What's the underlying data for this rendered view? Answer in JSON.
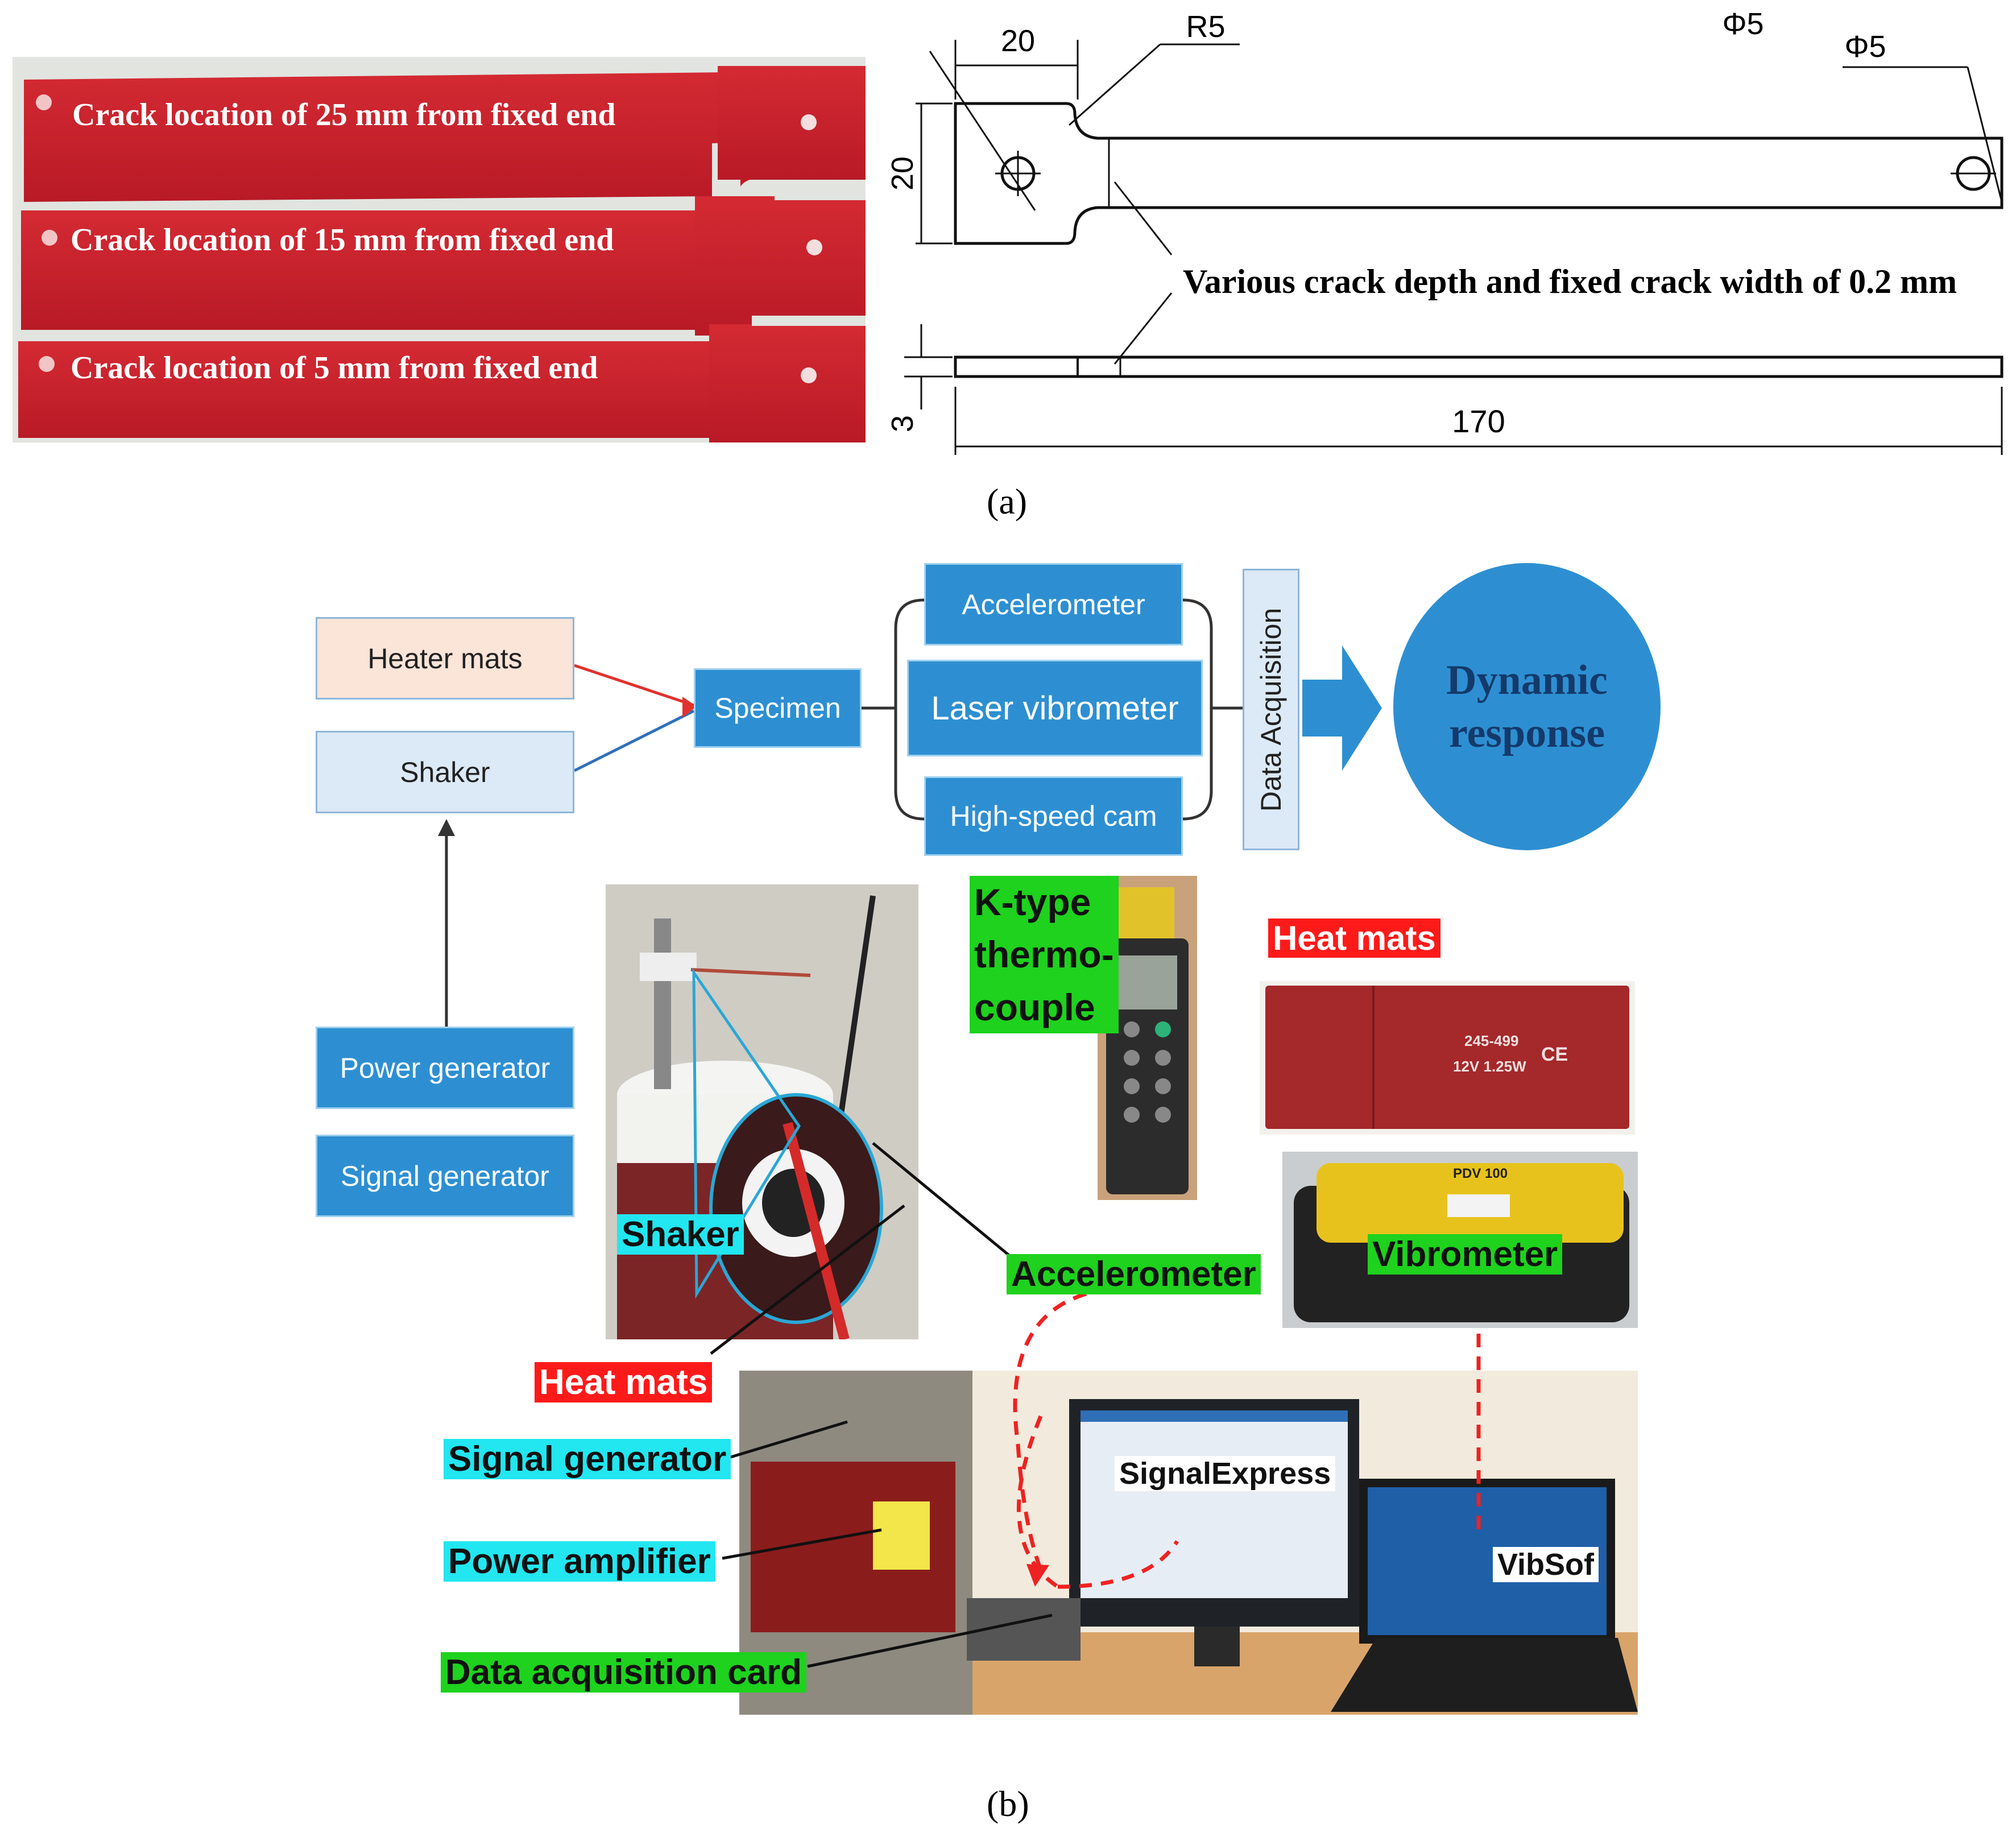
{
  "panel_a": {
    "photo_labels": [
      "Crack location of 25 mm from fixed end",
      "Crack location of 15 mm from fixed end",
      "Crack location of 5 mm from fixed end"
    ],
    "drawing": {
      "dim_phi_left": "Φ5",
      "dim_head_width": "20",
      "dim_radius": "R5",
      "dim_phi_right": "Φ5",
      "dim_head_height": "20",
      "dim_thickness": "3",
      "dim_length": "170",
      "crack_note": "Various crack depth and fixed crack width of 0.2 mm"
    },
    "caption": "(a)"
  },
  "panel_b": {
    "flow": {
      "heater_mats": "Heater mats",
      "shaker": "Shaker",
      "specimen": "Specimen",
      "accelerometer": "Accelerometer",
      "laser_vibrometer": "Laser vibrometer",
      "high_speed_cam": "High-speed cam",
      "data_acquisition": "Data Acquisition",
      "dynamic_response": "Dynamic response",
      "power_generator": "Power generator",
      "signal_generator": "Signal generator"
    },
    "photo_tags": {
      "k_type": [
        "K-type",
        "thermo-",
        "couple"
      ],
      "heat_mats_top": "Heat mats",
      "shaker": "Shaker",
      "accelerometer": "Accelerometer",
      "vibrometer": "Vibrometer",
      "heat_mats_bottom": "Heat mats",
      "signal_generator": "Signal generator",
      "power_amplifier": "Power amplifier",
      "data_acquisition_card": "Data acquisition card",
      "signal_express": "SignalExpress",
      "vibsof": "VibSof"
    },
    "device_text": {
      "heat_mat_model": "245-499",
      "heat_mat_rating": "12V 1.25W",
      "heat_mat_ce": "CE",
      "vibrometer_model": "PDV 100"
    },
    "caption": "(b)"
  },
  "colors": {
    "specimen_red": "#cc1f2b",
    "block_blue": "#2d8fd2",
    "tag_red": "#ff1a1a",
    "tag_green": "#1ed21e",
    "tag_cyan": "#22e6f0"
  }
}
